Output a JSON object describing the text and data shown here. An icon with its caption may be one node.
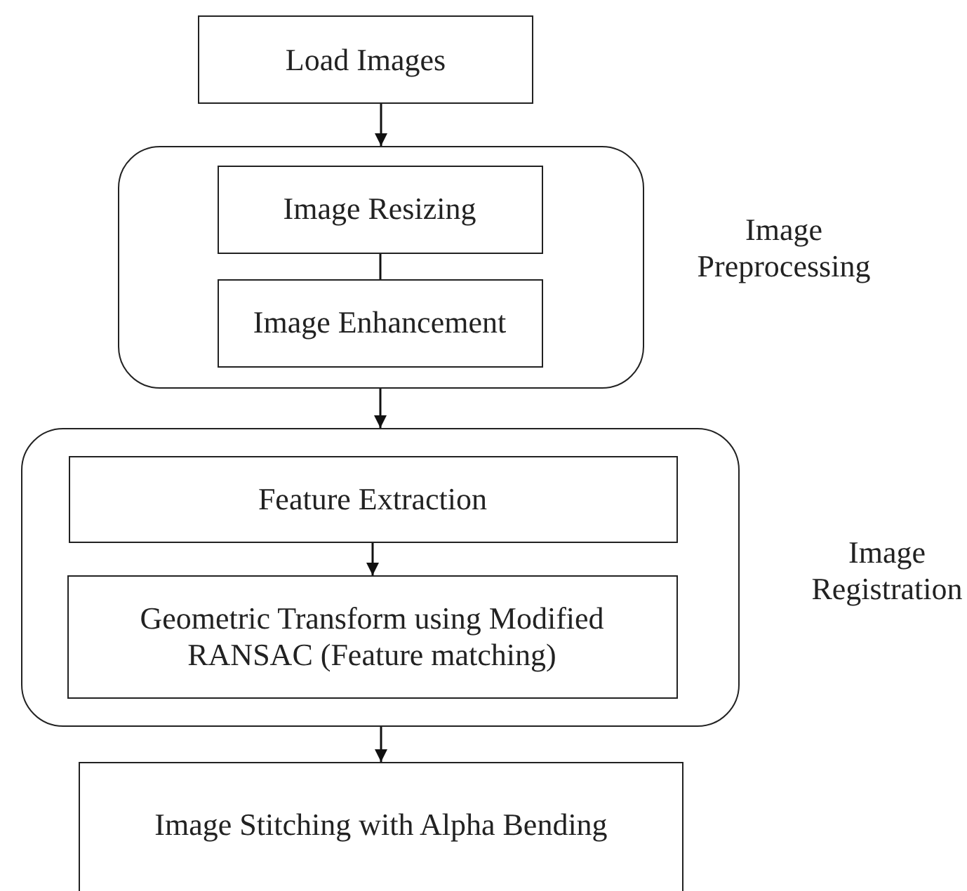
{
  "diagram": {
    "nodes": [
      {
        "text": [
          "Load Images"
        ]
      },
      {
        "text": [
          "Image Preprocessing"
        ]
      },
      {
        "text": [
          "Image Resizing"
        ],
        "in": 1
      },
      {
        "text": [
          "Image Enhancement"
        ],
        "in": 1
      },
      {
        "text": [
          "Image Registration"
        ]
      },
      {
        "text": [
          "Feature Extraction"
        ],
        "in": 4
      },
      {
        "text": [
          "Geometric Transform using Modified RANSAC (Feature matching)"
        ],
        "in": 4
      },
      {
        "text": [
          "Image Stitching with Alpha Bending"
        ]
      }
    ],
    "edges": [
      {
        "from": 0,
        "to": 1,
        "arrow": "to"
      },
      {
        "from": 2,
        "to": 3,
        "arrow": "none"
      },
      {
        "from": 1,
        "to": 4,
        "arrow": "to"
      },
      {
        "from": 5,
        "to": 6,
        "arrow": "to"
      },
      {
        "from": 4,
        "to": 7,
        "arrow": "to"
      }
    ]
  }
}
